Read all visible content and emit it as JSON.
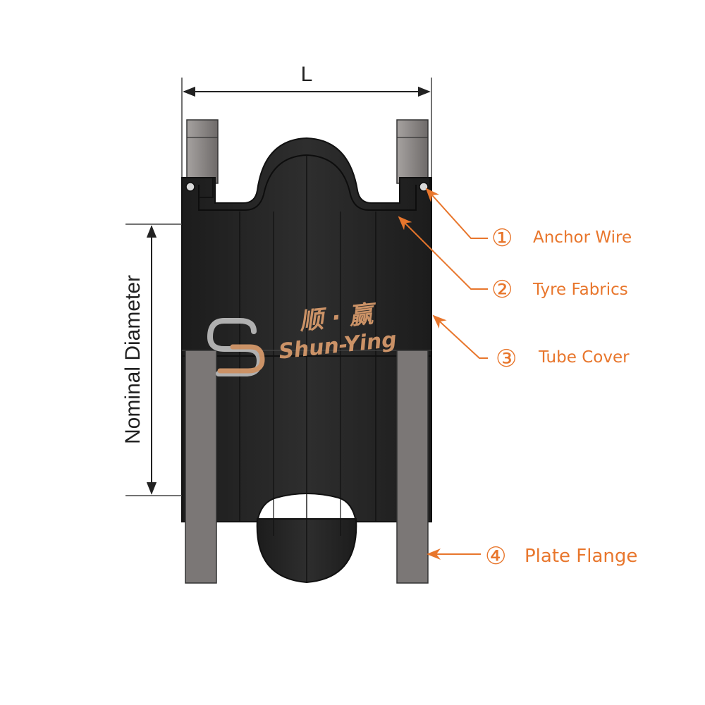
{
  "dimensions": {
    "length_label": "L",
    "diameter_label": "Nominal Diameter"
  },
  "watermark": {
    "chinese": "顺 · 赢",
    "latin": "Shun-Ying"
  },
  "callouts": [
    {
      "number": "①",
      "label": "Anchor Wire"
    },
    {
      "number": "②",
      "label": "Tyre Fabrics"
    },
    {
      "number": "③",
      "label": "Tube Cover"
    },
    {
      "number": "④",
      "label": "Plate Flange"
    }
  ],
  "colors": {
    "accent": "#e8762c",
    "rubber": "#262626",
    "flange": "#7b7776",
    "watermark": "#e8a572"
  }
}
